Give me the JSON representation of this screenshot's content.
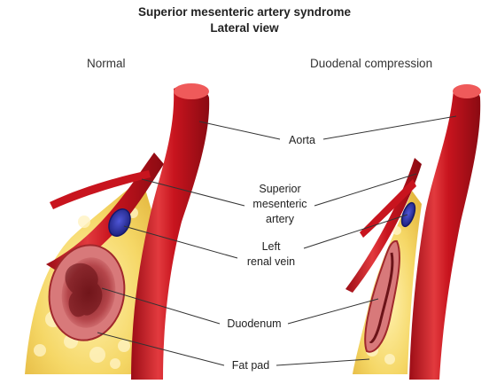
{
  "title": {
    "line1": "Superior mesenteric artery syndrome",
    "line2": "Lateral view"
  },
  "panels": {
    "left": "Normal",
    "right": "Duodenal compression"
  },
  "labels": {
    "aorta": "Aorta",
    "sma_line1": "Superior",
    "sma_line2": "mesenteric",
    "sma_line3": "artery",
    "lrv_line1": "Left",
    "lrv_line2": "renal vein",
    "duodenum": "Duodenum",
    "fat_pad": "Fat pad"
  },
  "colors": {
    "artery": "#c8141e",
    "artery_highlight": "#ef5a5a",
    "vein": "#2a2fa0",
    "fat": "#f2d46a",
    "duodenum": "#a0282c",
    "leader_line": "#333333"
  }
}
